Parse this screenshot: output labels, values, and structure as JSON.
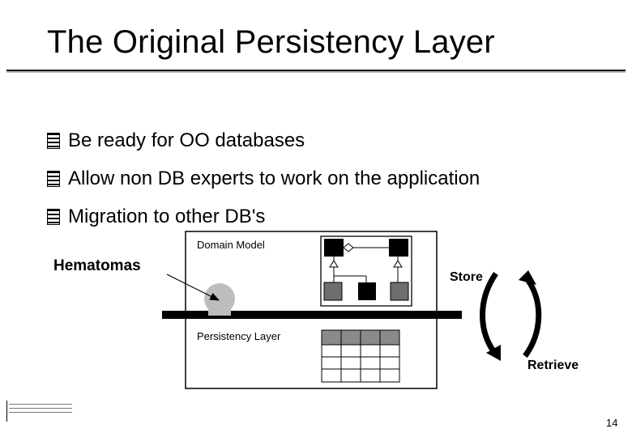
{
  "slide": {
    "title": "The Original Persistency Layer",
    "page_number": "14"
  },
  "bullets": [
    "Be ready for OO databases",
    "Allow non DB experts to work on the application",
    "Migration to other DB's"
  ],
  "diagram": {
    "domain_label": "Domain Model",
    "persistency_label": "Persistency Layer",
    "hematomas_label": "Hematomas",
    "store_label": "Store",
    "retrieve_label": "Retrieve"
  }
}
